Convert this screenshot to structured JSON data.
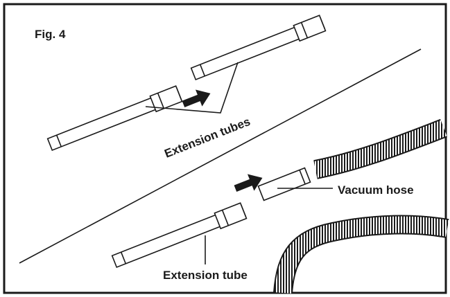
{
  "figure": {
    "label": "Fig. 4"
  },
  "labels": {
    "extension_tubes": "Extension tubes",
    "vacuum_hose": "Vacuum hose",
    "extension_tube": "Extension tube"
  },
  "colors": {
    "ink": "#1a1a1a",
    "paper": "#ffffff"
  }
}
